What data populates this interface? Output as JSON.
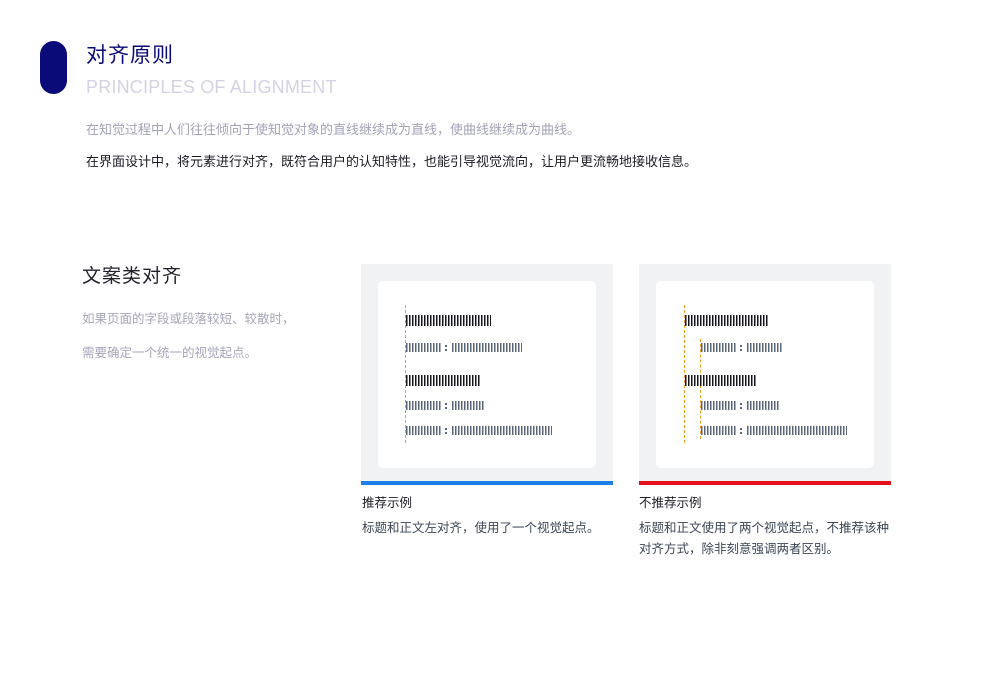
{
  "header": {
    "title_cn": "对齐原则",
    "title_en": "PRINCIPLES OF ALIGNMENT",
    "accent_color": "#0a0a78"
  },
  "intro": {
    "line1": "在知觉过程中人们往往倾向于使知觉对象的直线继续成为直线，使曲线继续成为曲线。",
    "line2": "在界面设计中，将元素进行对齐，既符合用户的认知特性，也能引导视觉流向，让用户更流畅地接收信息。"
  },
  "section": {
    "title": "文案类对齐",
    "desc_line1": "如果页面的字段或段落较短、较散时，",
    "desc_line2": "需要确定一个统一的视觉起点。"
  },
  "examples": [
    {
      "id": "recommended",
      "title": "推荐示例",
      "description": "标题和正文左对齐，使用了一个视觉起点。",
      "underline_color": "#1a7fe8",
      "guide_color": "#f0a020",
      "visual_starting_points": 1
    },
    {
      "id": "not-recommended",
      "title": "不推荐示例",
      "description": "标题和正文使用了两个视觉起点，不推荐该种对齐方式，除非刻意强调两者区别。",
      "underline_color": "#e3101b",
      "guide_color": "#f0a020",
      "visual_starting_points": 2
    }
  ]
}
